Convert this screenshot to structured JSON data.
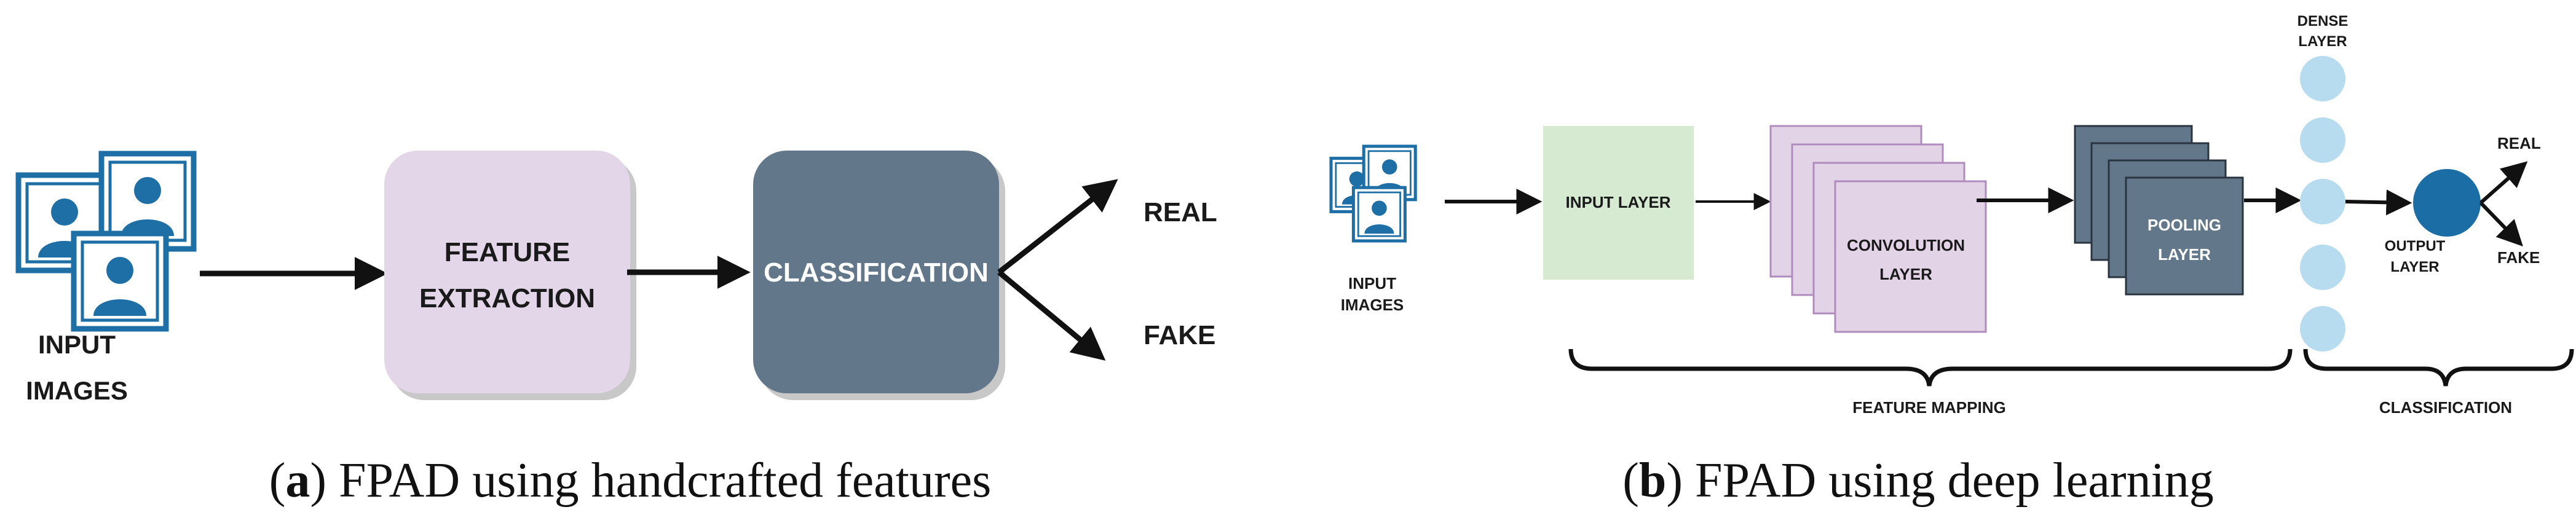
{
  "panel_a": {
    "input_label_1": "INPUT",
    "input_label_2": "IMAGES",
    "feature_box_line1": "FEATURE",
    "feature_box_line2": "EXTRACTION",
    "classification_box": "CLASSIFICATION",
    "output_real": "REAL",
    "output_fake": "FAKE",
    "caption_letter": "a",
    "caption_text": "FPAD using handcrafted features"
  },
  "panel_b": {
    "input_label_1": "INPUT",
    "input_label_2": "IMAGES",
    "input_layer": "INPUT LAYER",
    "convolution_line1": "CONVOLUTION",
    "convolution_line2": "LAYER",
    "pooling_line1": "POOLING",
    "pooling_line2": "LAYER",
    "dense_line1": "DENSE",
    "dense_line2": "LAYER",
    "output_line1": "OUTPUT",
    "output_line2": "LAYER",
    "output_real": "REAL",
    "output_fake": "FAKE",
    "brace_feature_mapping": "FEATURE MAPPING",
    "brace_classification": "CLASSIFICATION",
    "caption_letter": "b",
    "caption_text": "FPAD using deep learning"
  },
  "colors": {
    "photo_blue": "#1e6fa6",
    "feature_box": "#e2d6e8",
    "classification_box": "#63778a",
    "input_layer": "#d6ead2",
    "convolution": "#e2d4e6",
    "pooling": "#63778a",
    "dense_node": "#b8dcef",
    "output_node": "#1a6ea5"
  }
}
